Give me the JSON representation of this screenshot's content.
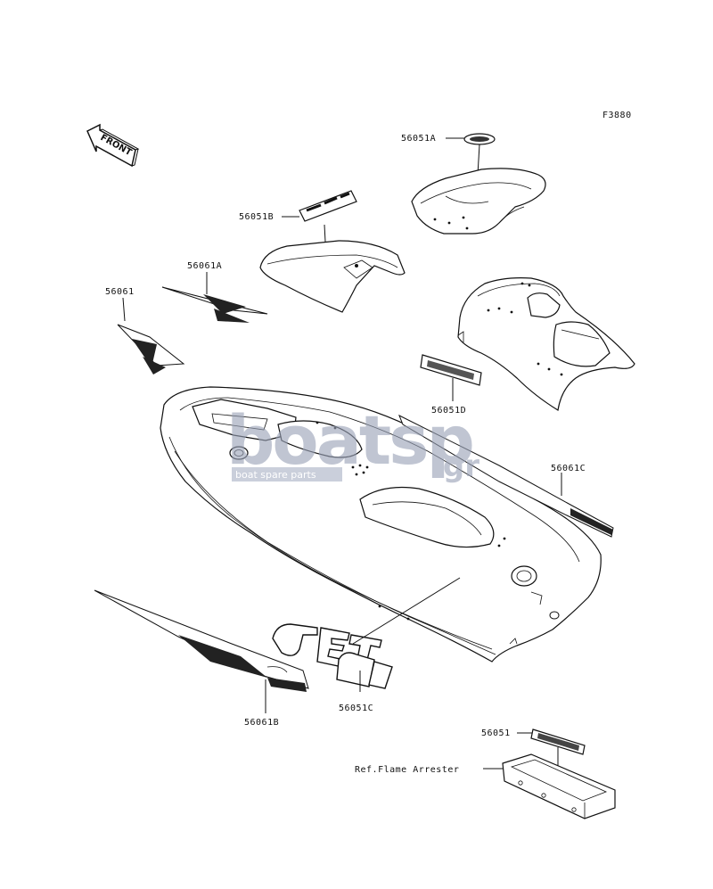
{
  "figure_code": "F3880",
  "front_label": "FRONT",
  "parts": {
    "p56051A": "56051A",
    "p56051B": "56051B",
    "p56061A": "56061A",
    "p56061": "56061",
    "p56051D": "56051D",
    "p56061C": "56061C",
    "p56051C": "56051C",
    "p56061B": "56061B",
    "p56051": "56051",
    "ref_flame": "Ref.Flame Arrester"
  },
  "watermark": {
    "main": "boatsp",
    "suffix": ".gr",
    "tagline": "boat spare parts"
  },
  "colors": {
    "line": "#111111",
    "watermark": "#9aa3b8",
    "tagline_bg": "#aab2c6"
  }
}
